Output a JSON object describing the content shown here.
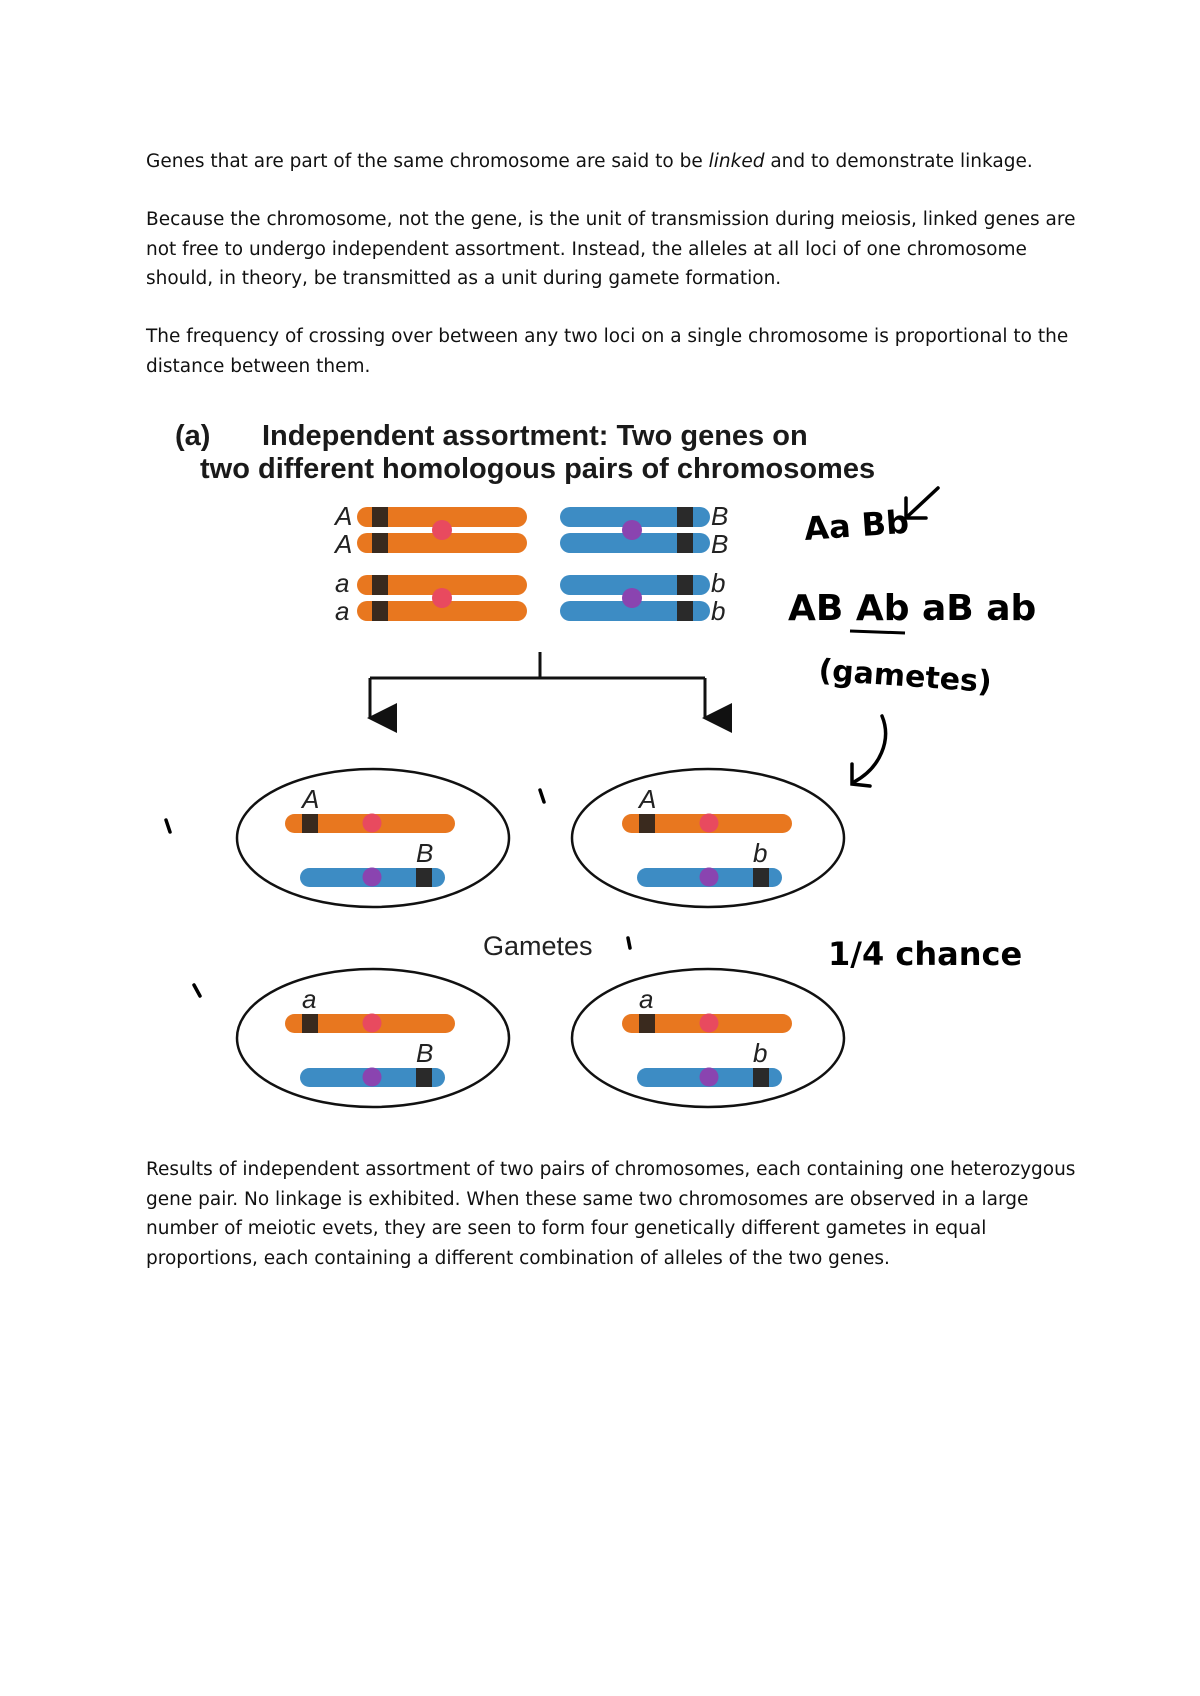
{
  "paragraphs": {
    "p1_before": "Genes that are part of the same chromosome are said to be ",
    "p1_italic": "linked",
    "p1_after": " and to demonstrate linkage.",
    "p2": "Because the chromosome, not the gene, is the unit of transmission during meiosis, linked genes are not free to undergo independent assortment. Instead, the alleles at all loci of one chromosome should, in theory, be transmitted as a unit during gamete formation.",
    "p3": "The frequency of crossing over between any two loci on a single chromosome is proportional to the distance between them."
  },
  "figure": {
    "panel_label": "(a)",
    "title_line1": "Independent assortment: Two genes on",
    "title_line2": "two different homologous pairs of chromosomes",
    "alleles_top": [
      "A",
      "A",
      "a",
      "a"
    ],
    "alleles_right": [
      "B",
      "B",
      "b",
      "b"
    ],
    "gametes_label": "Gametes",
    "gametes": [
      {
        "allele1": "A",
        "allele2": "B"
      },
      {
        "allele1": "A",
        "allele2": "b"
      },
      {
        "allele1": "a",
        "allele2": "B"
      },
      {
        "allele1": "a",
        "allele2": "b"
      }
    ],
    "colors": {
      "orange": "#e8771f",
      "blue": "#3d8cc4",
      "red_centromere": "#e84a5f",
      "purple_centromere": "#8a44b0",
      "band": "#3a2a1e"
    }
  },
  "annotations": {
    "genotype": "Aa Bb",
    "gamete_list": "AB Ab aB ab",
    "gametes_note": "(gametes)",
    "chance": "1/4 chance"
  },
  "caption": "Results of independent assortment of two pairs of chromosomes, each containing one heterozygous gene pair. No linkage is exhibited. When these same two chromosomes are observed in a large number of meiotic evets, they are seen to form four genetically different gametes in equal proportions, each containing a different combination of alleles of the two genes."
}
